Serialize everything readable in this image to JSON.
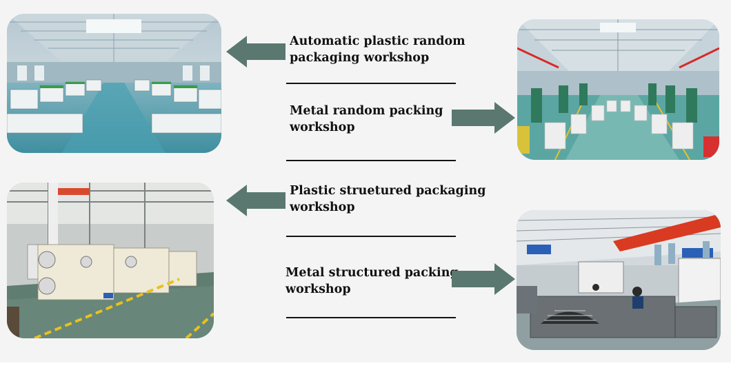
{
  "labels": [
    {
      "line1": "Automatic plastic random",
      "line2": "packaging workshop"
    },
    {
      "line1": "Metal random packing",
      "line2": "workshop"
    },
    {
      "line1": "Plastic struetured packaging",
      "line2": "workshop"
    },
    {
      "line1": "Metal structured packing",
      "line2": "workshop"
    }
  ],
  "colors": {
    "arrow": "#5a7870",
    "background": "#f4f4f4",
    "rule": "#111111"
  },
  "photos": [
    {
      "name": "automatic-plastic-random-packaging-workshop-photo"
    },
    {
      "name": "metal-random-packing-workshop-photo"
    },
    {
      "name": "plastic-structured-packaging-workshop-photo"
    },
    {
      "name": "metal-structured-packing-workshop-photo"
    }
  ]
}
